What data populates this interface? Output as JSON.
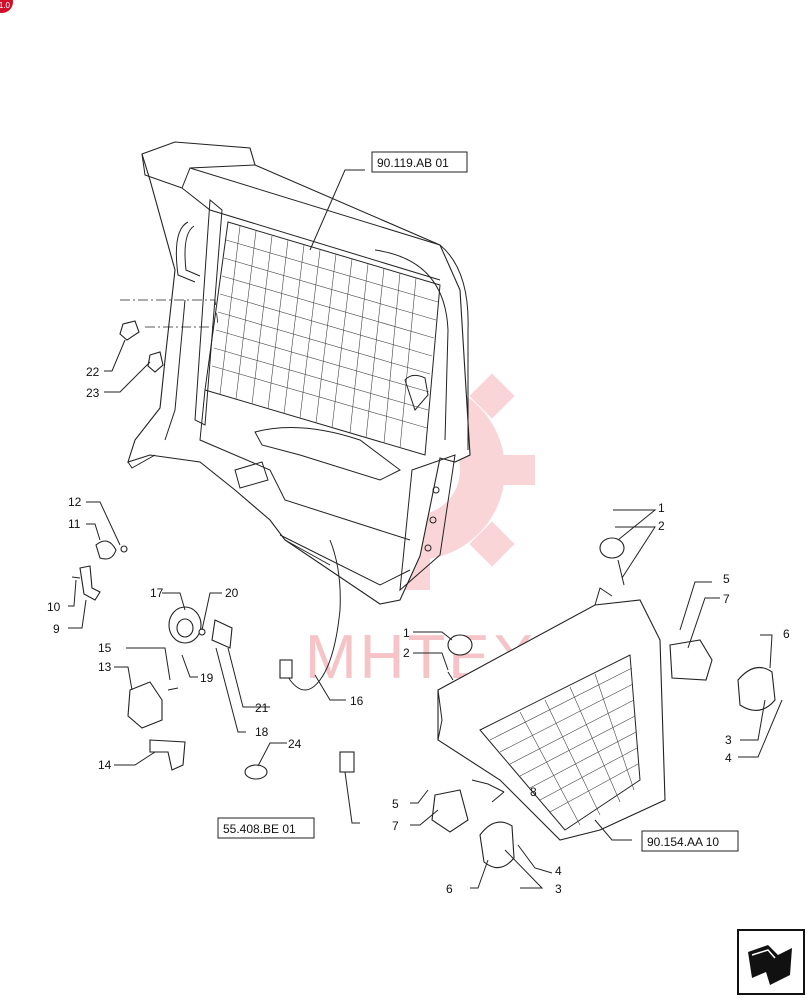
{
  "badge": {
    "text": "1.0",
    "color": "#d0102a"
  },
  "references": {
    "frame": "90.119.AB 01",
    "grille": "90.154.AA 10",
    "switch": "55.408.BE 01"
  },
  "callouts": {
    "c1a": "1",
    "c2a": "2",
    "c1b": "1",
    "c2b": "2",
    "c3a": "3",
    "c4a": "4",
    "c3b": "3",
    "c4b": "4",
    "c5a": "5",
    "c7a": "7",
    "c6a": "6",
    "c5b": "5",
    "c7b": "7",
    "c6b": "6",
    "c8": "8",
    "c9": "9",
    "c10": "10",
    "c11": "11",
    "c12": "12",
    "c13": "13",
    "c14": "14",
    "c15": "15",
    "c16": "16",
    "c17": "17",
    "c18": "18",
    "c19": "19",
    "c20": "20",
    "c21": "21",
    "c22": "22",
    "c23": "23",
    "c24": "24"
  },
  "watermark": {
    "text": "MHTEX",
    "color": "#f2a7ad"
  },
  "nav_icon": "next-page-arrow-icon"
}
